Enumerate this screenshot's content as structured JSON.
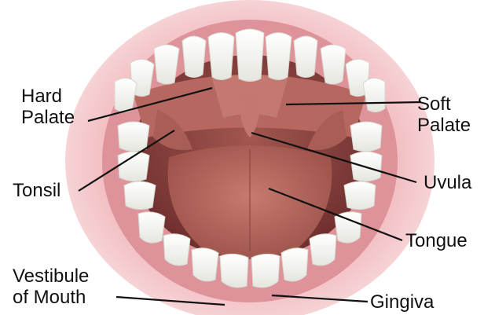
{
  "labels": {
    "hard_palate": "Hard\nPalate",
    "soft_palate": "Soft\nPalate",
    "tonsil": "Tonsil",
    "uvula": "Uvula",
    "tongue": "Tongue",
    "vestibule": "Vestibule\nof Mouth",
    "gingiva": "Gingiva"
  },
  "colors": {
    "lip": "#e9a3a8",
    "lip_shadow": "#c97a83",
    "gum": "#d98a90",
    "cavity": "#8a3f3f",
    "palate": "#b5685f",
    "tongue": "#b46a60",
    "tooth": "#f6f6f2",
    "leader_line": "#111111"
  }
}
